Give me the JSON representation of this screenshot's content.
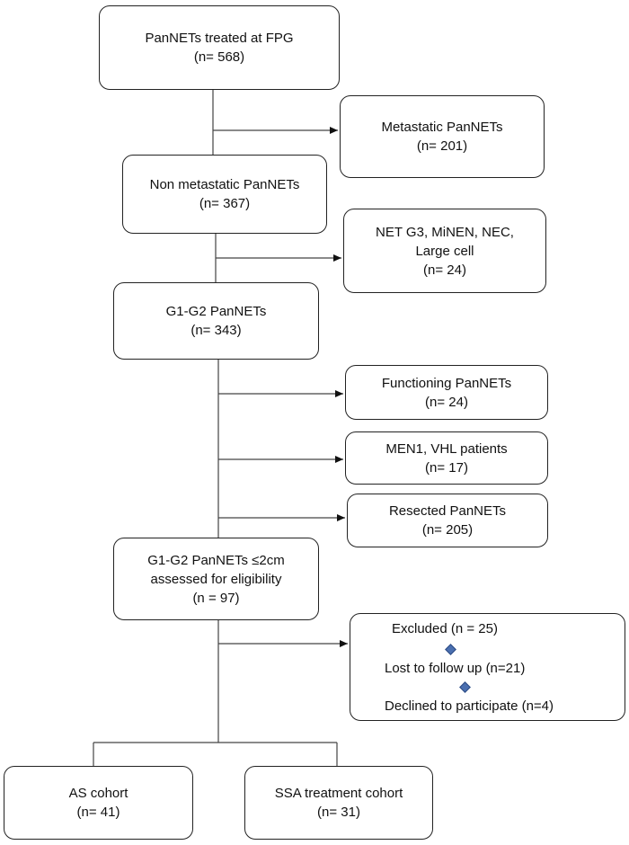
{
  "nodes": {
    "treated": {
      "title": "PanNETs treated at FPG",
      "n": "(n= 568)"
    },
    "metastatic": {
      "title": "Metastatic PanNETs",
      "n": "(n= 201)"
    },
    "nonmetastatic": {
      "title": "Non metastatic PanNETs",
      "n": "(n= 367)"
    },
    "netg3": {
      "line1": "NET G3, MiNEN, NEC,",
      "line2": "Large cell",
      "n": "(n= 24)"
    },
    "g1g2": {
      "title": "G1-G2 PanNETs",
      "n": "(n= 343)"
    },
    "functioning": {
      "title": "Functioning PanNETs",
      "n": "(n= 24)"
    },
    "men1": {
      "title": "MEN1, VHL patients",
      "n": "(n= 17)"
    },
    "resected": {
      "title": "Resected PanNETs",
      "n": "(n= 205)"
    },
    "eligible": {
      "line1": "G1-G2 PanNETs ≤2cm",
      "line2": "assessed for eligibility",
      "n": "(n = 97)"
    },
    "excluded": {
      "title": "Excluded (n = 25)",
      "items": [
        "Lost to follow up (n=21)",
        "Declined to participate (n=4)"
      ]
    },
    "as_cohort": {
      "title": "AS cohort",
      "n": "(n= 41)"
    },
    "ssa_cohort": {
      "title": "SSA treatment cohort",
      "n": "(n= 31)"
    }
  }
}
